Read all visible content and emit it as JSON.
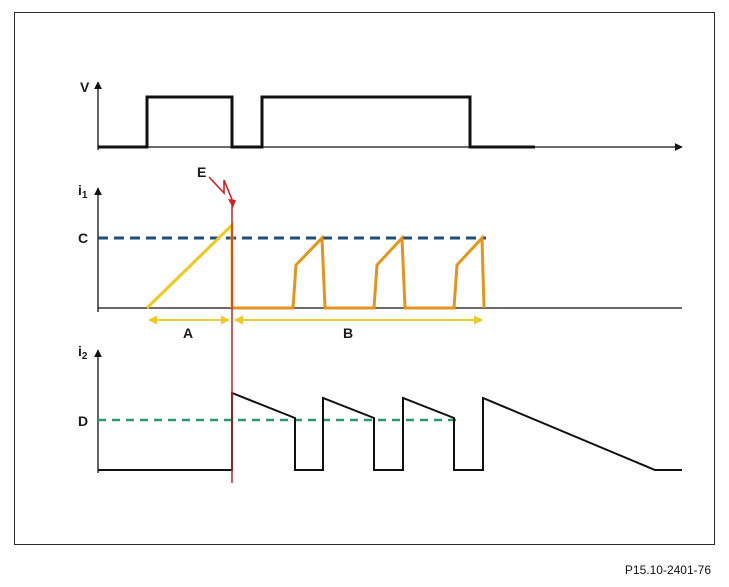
{
  "labels": {
    "v_axis": "V",
    "i1_axis": "i",
    "i1_sub": "1",
    "i2_axis": "i",
    "i2_sub": "2",
    "c": "C",
    "d": "D",
    "e": "E",
    "a": "A",
    "b": "B"
  },
  "reference": "P15.10-2401-76",
  "colors": {
    "signal": "#111111",
    "ramp_a": "#f2c81c",
    "ramp_b": "#e49519",
    "level_c": "#1f4e79",
    "level_d": "#2a9a6e",
    "event_e": "#d42020"
  }
}
